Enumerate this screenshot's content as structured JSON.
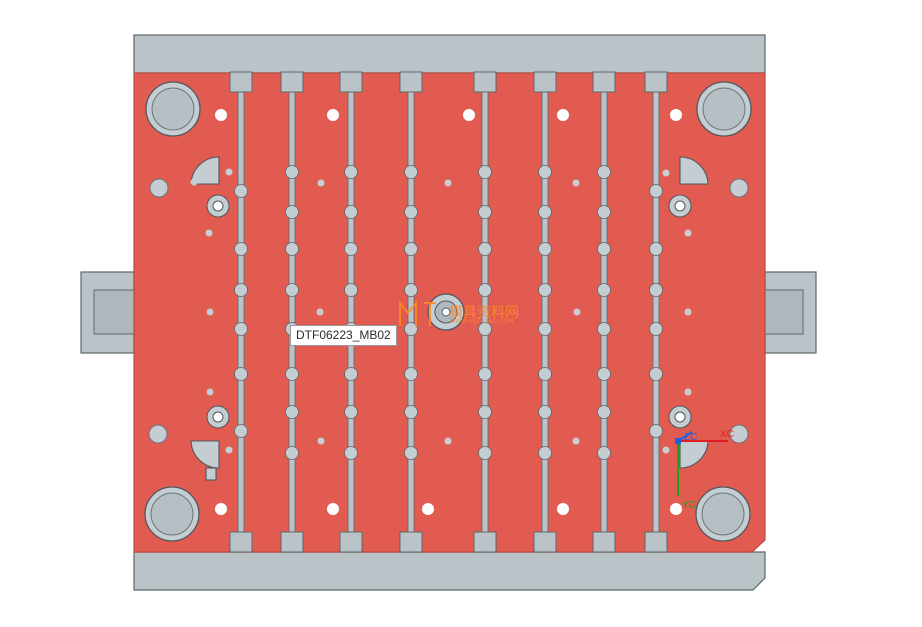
{
  "part_label": "DTF06223_MB02",
  "watermark": {
    "text": "模具资料网",
    "subtext": "WWW.MJZILIAO.COM"
  },
  "triad": {
    "x_label": "XC",
    "y_label": "YC",
    "z_label": "ZC"
  },
  "colors": {
    "plate_face": "#e15b50",
    "plate_edge": "#b94a40",
    "steel": "#b9c3c8",
    "steel_dark": "#5d676c",
    "hole": "#ffffff",
    "axis_x": "#e02020",
    "axis_y": "#20a020",
    "axis_z": "#2060e0"
  }
}
